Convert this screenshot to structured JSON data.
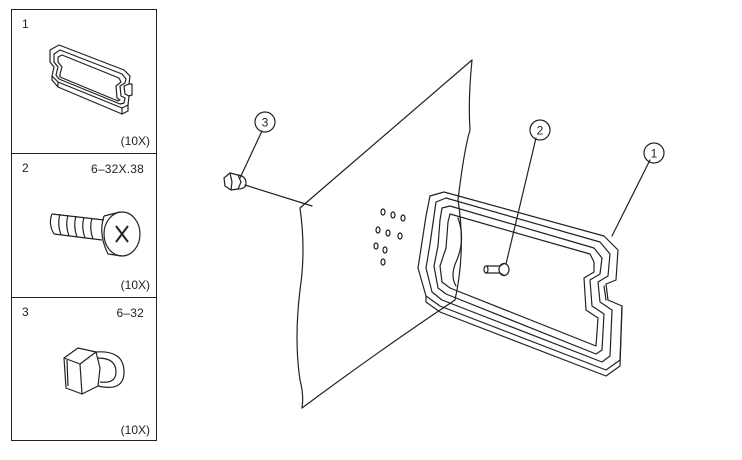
{
  "parts_list": [
    {
      "number": "1",
      "spec": "",
      "quantity": "(10X)",
      "part": "gasket-frame"
    },
    {
      "number": "2",
      "spec": "6–32X.38",
      "quantity": "(10X)",
      "part": "pan-head-screw"
    },
    {
      "number": "3",
      "spec": "6–32",
      "quantity": "(10X)",
      "part": "acorn-nut"
    }
  ],
  "callouts": {
    "gasket": "1",
    "screw": "2",
    "nut": "3"
  },
  "colors": {
    "line": "#222222",
    "background": "#ffffff"
  }
}
